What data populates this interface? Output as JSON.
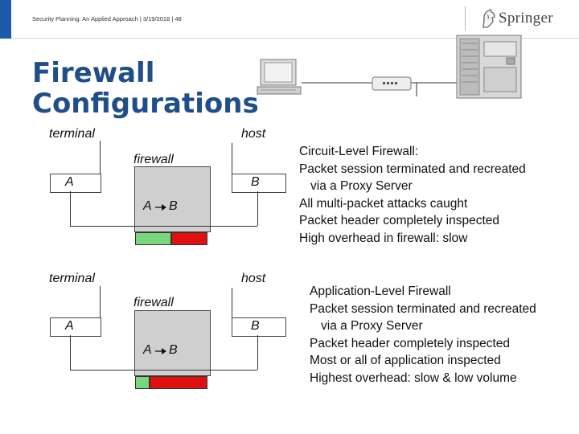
{
  "header": {
    "meta": "Security Planning: An Applied Approach | 3/19/2018 | 48",
    "logo_text": "Springer"
  },
  "title": "Firewall\nConfigurations",
  "diagram1": {
    "terminal_label": "terminal",
    "host_label": "host",
    "firewall_label": "firewall",
    "box_a": "A",
    "box_b": "B",
    "fw_a": "A",
    "fw_b": "B",
    "bar": {
      "green_fraction": 0.5,
      "red_fraction": 0.5
    }
  },
  "diagram2": {
    "terminal_label": "terminal",
    "host_label": "host",
    "firewall_label": "firewall",
    "box_a": "A",
    "box_b": "B",
    "fw_a": "A",
    "fw_b": "B",
    "bar": {
      "green_fraction": 0.2,
      "red_fraction": 0.8
    }
  },
  "circuit": {
    "heading": "Circuit-Level Firewall:",
    "lines": [
      "Packet session terminated and recreated",
      "via a Proxy Server",
      "All multi-packet attacks caught",
      "Packet header completely inspected",
      "High overhead in firewall: slow"
    ]
  },
  "application": {
    "heading": "Application-Level Firewall",
    "lines": [
      "Packet session terminated and recreated",
      "via a Proxy Server",
      "Packet header completely inspected",
      "Most or all of application inspected",
      "Highest overhead: slow & low volume"
    ]
  },
  "colors": {
    "title": "#1f4e8a",
    "bar_green": "#7ad67a",
    "bar_red": "#e01010",
    "box_gray": "#cfcfcf"
  },
  "icons": [
    "computer-icon",
    "network-device-icon",
    "server-tower-icon"
  ]
}
